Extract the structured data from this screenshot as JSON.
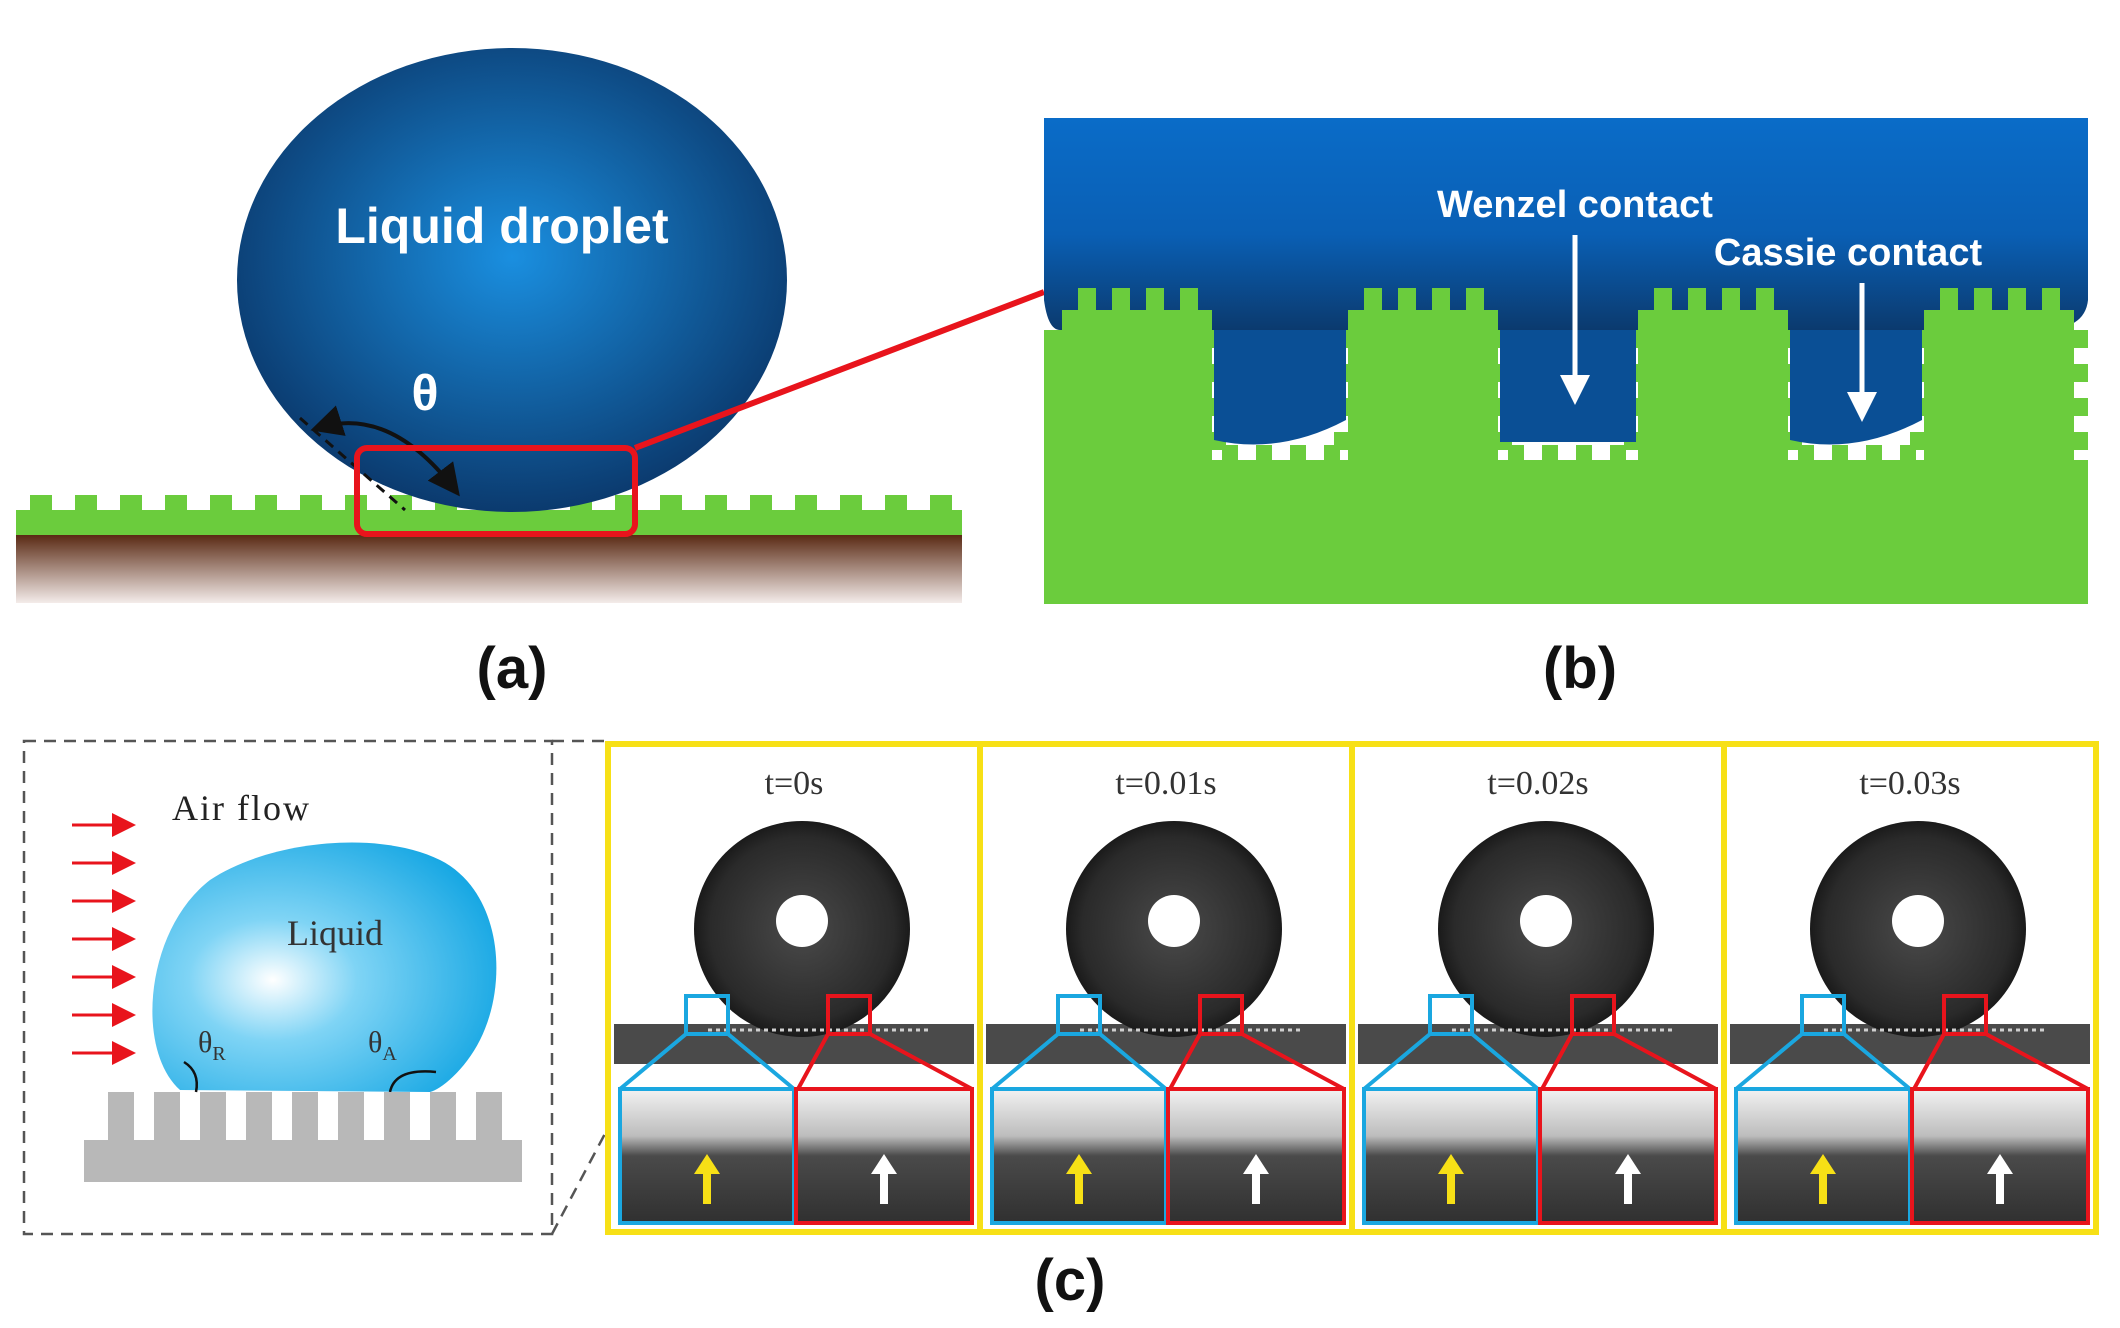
{
  "panel_a": {
    "droplet_label": "Liquid droplet",
    "angle_symbol": "θ",
    "caption": "(a)"
  },
  "panel_b": {
    "wenzel_label": "Wenzel contact",
    "cassie_label": "Cassie contact",
    "caption": "(b)"
  },
  "panel_c": {
    "air_flow_label": "Air flow",
    "liquid_label": "Liquid",
    "theta_r": "θ",
    "theta_r_sub": "R",
    "theta_a": "θ",
    "theta_a_sub": "A",
    "frames": [
      {
        "time": "t=0s"
      },
      {
        "time": "t=0.01s"
      },
      {
        "time": "t=0.02s"
      },
      {
        "time": "t=0.03s"
      }
    ],
    "caption": "(c)"
  },
  "colors": {
    "droplet_dark": "#0b3a6e",
    "droplet_light": "#1a8fe0",
    "liquid_blue": "#0a6cc8",
    "green": "#6bcc3d",
    "soil": "#5a2a14",
    "red": "#e8141c",
    "yellow": "#f7e016",
    "cyan": "#1aa7e0",
    "arrow_red": "#e8141c",
    "grey": "#b8b8b8"
  }
}
